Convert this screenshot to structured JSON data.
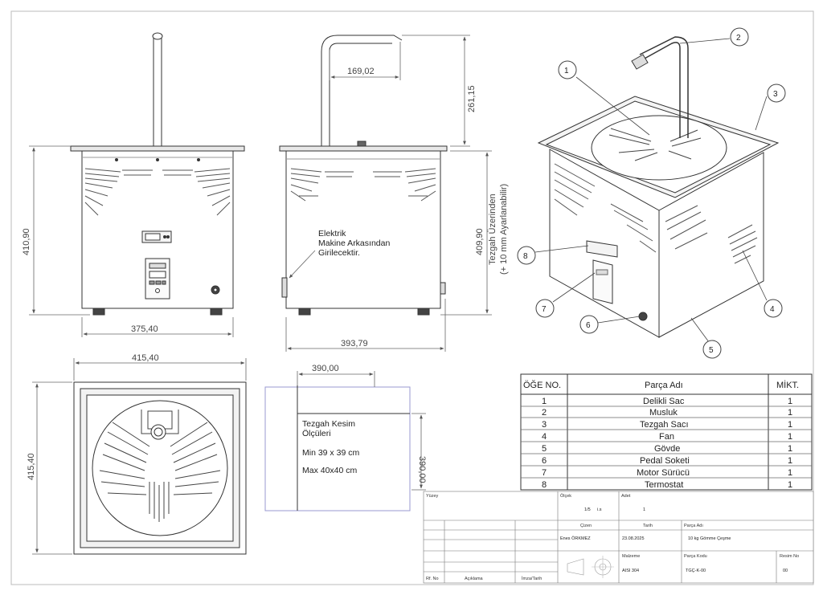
{
  "dimensions": {
    "front_height": "410,90",
    "front_width": "375,40",
    "top_width": "415,40",
    "top_height": "415,40",
    "side_offset": "169,02",
    "side_tap_height": "261,15",
    "side_depth": "393,79",
    "side_height": "409,90",
    "side_height_note_1": "Tezgah Üzerinden",
    "side_height_note_2": "(+ 10 mm Ayarlanabilir)",
    "cut_width": "390,00",
    "cut_height": "390,00"
  },
  "notes": {
    "electric_1": "Elektrik",
    "electric_2": "Makine Arkasından",
    "electric_3": "Girilecektir.",
    "cut_title_1": "Tezgah Kesim",
    "cut_title_2": "Ölçüleri",
    "cut_min": "Min 39 x 39 cm",
    "cut_max": "Max 40x40 cm"
  },
  "balloons": [
    "1",
    "2",
    "3",
    "4",
    "5",
    "6",
    "7",
    "8"
  ],
  "bom": {
    "headers": [
      "ÖĞE NO.",
      "Parça Adı",
      "MİKT."
    ],
    "rows": [
      [
        "1",
        "Delikli Sac",
        "1"
      ],
      [
        "2",
        "Musluk",
        "1"
      ],
      [
        "3",
        "Tezgah Sacı",
        "1"
      ],
      [
        "4",
        "Fan",
        "1"
      ],
      [
        "5",
        "Gövde",
        "1"
      ],
      [
        "6",
        "Pedal Soketi",
        "1"
      ],
      [
        "7",
        "Motor Sürücü",
        "1"
      ],
      [
        "8",
        "Termostat",
        "1"
      ]
    ]
  },
  "title_block": {
    "yuzey_label": "Yüzey",
    "olcek_label": "Ölçek",
    "olcek_value": "1/5",
    "olcek_unit": "i.s",
    "adet_label": "Adet",
    "adet_value": "1",
    "cizen_label": "Çizen",
    "cizen_value": "Enes ÖRKMEZ",
    "tarih_label": "Tarih",
    "tarih_value": "23.08.2025",
    "parca_adi_label": "Parça Adı",
    "parca_adi_value": "10 kg Gömme Çeşme",
    "malzeme_label": "Malzeme",
    "malzeme_value": "AISI 304",
    "parca_kodu_label": "Parça Kodu",
    "parca_kodu_value": "TGÇ-K-00",
    "resim_no_label": "Resim No",
    "resim_no_value": "00",
    "rev_label": "Rf. No",
    "aciklama_label": "Açıklama",
    "imza_label": "İmza/Tarih"
  }
}
